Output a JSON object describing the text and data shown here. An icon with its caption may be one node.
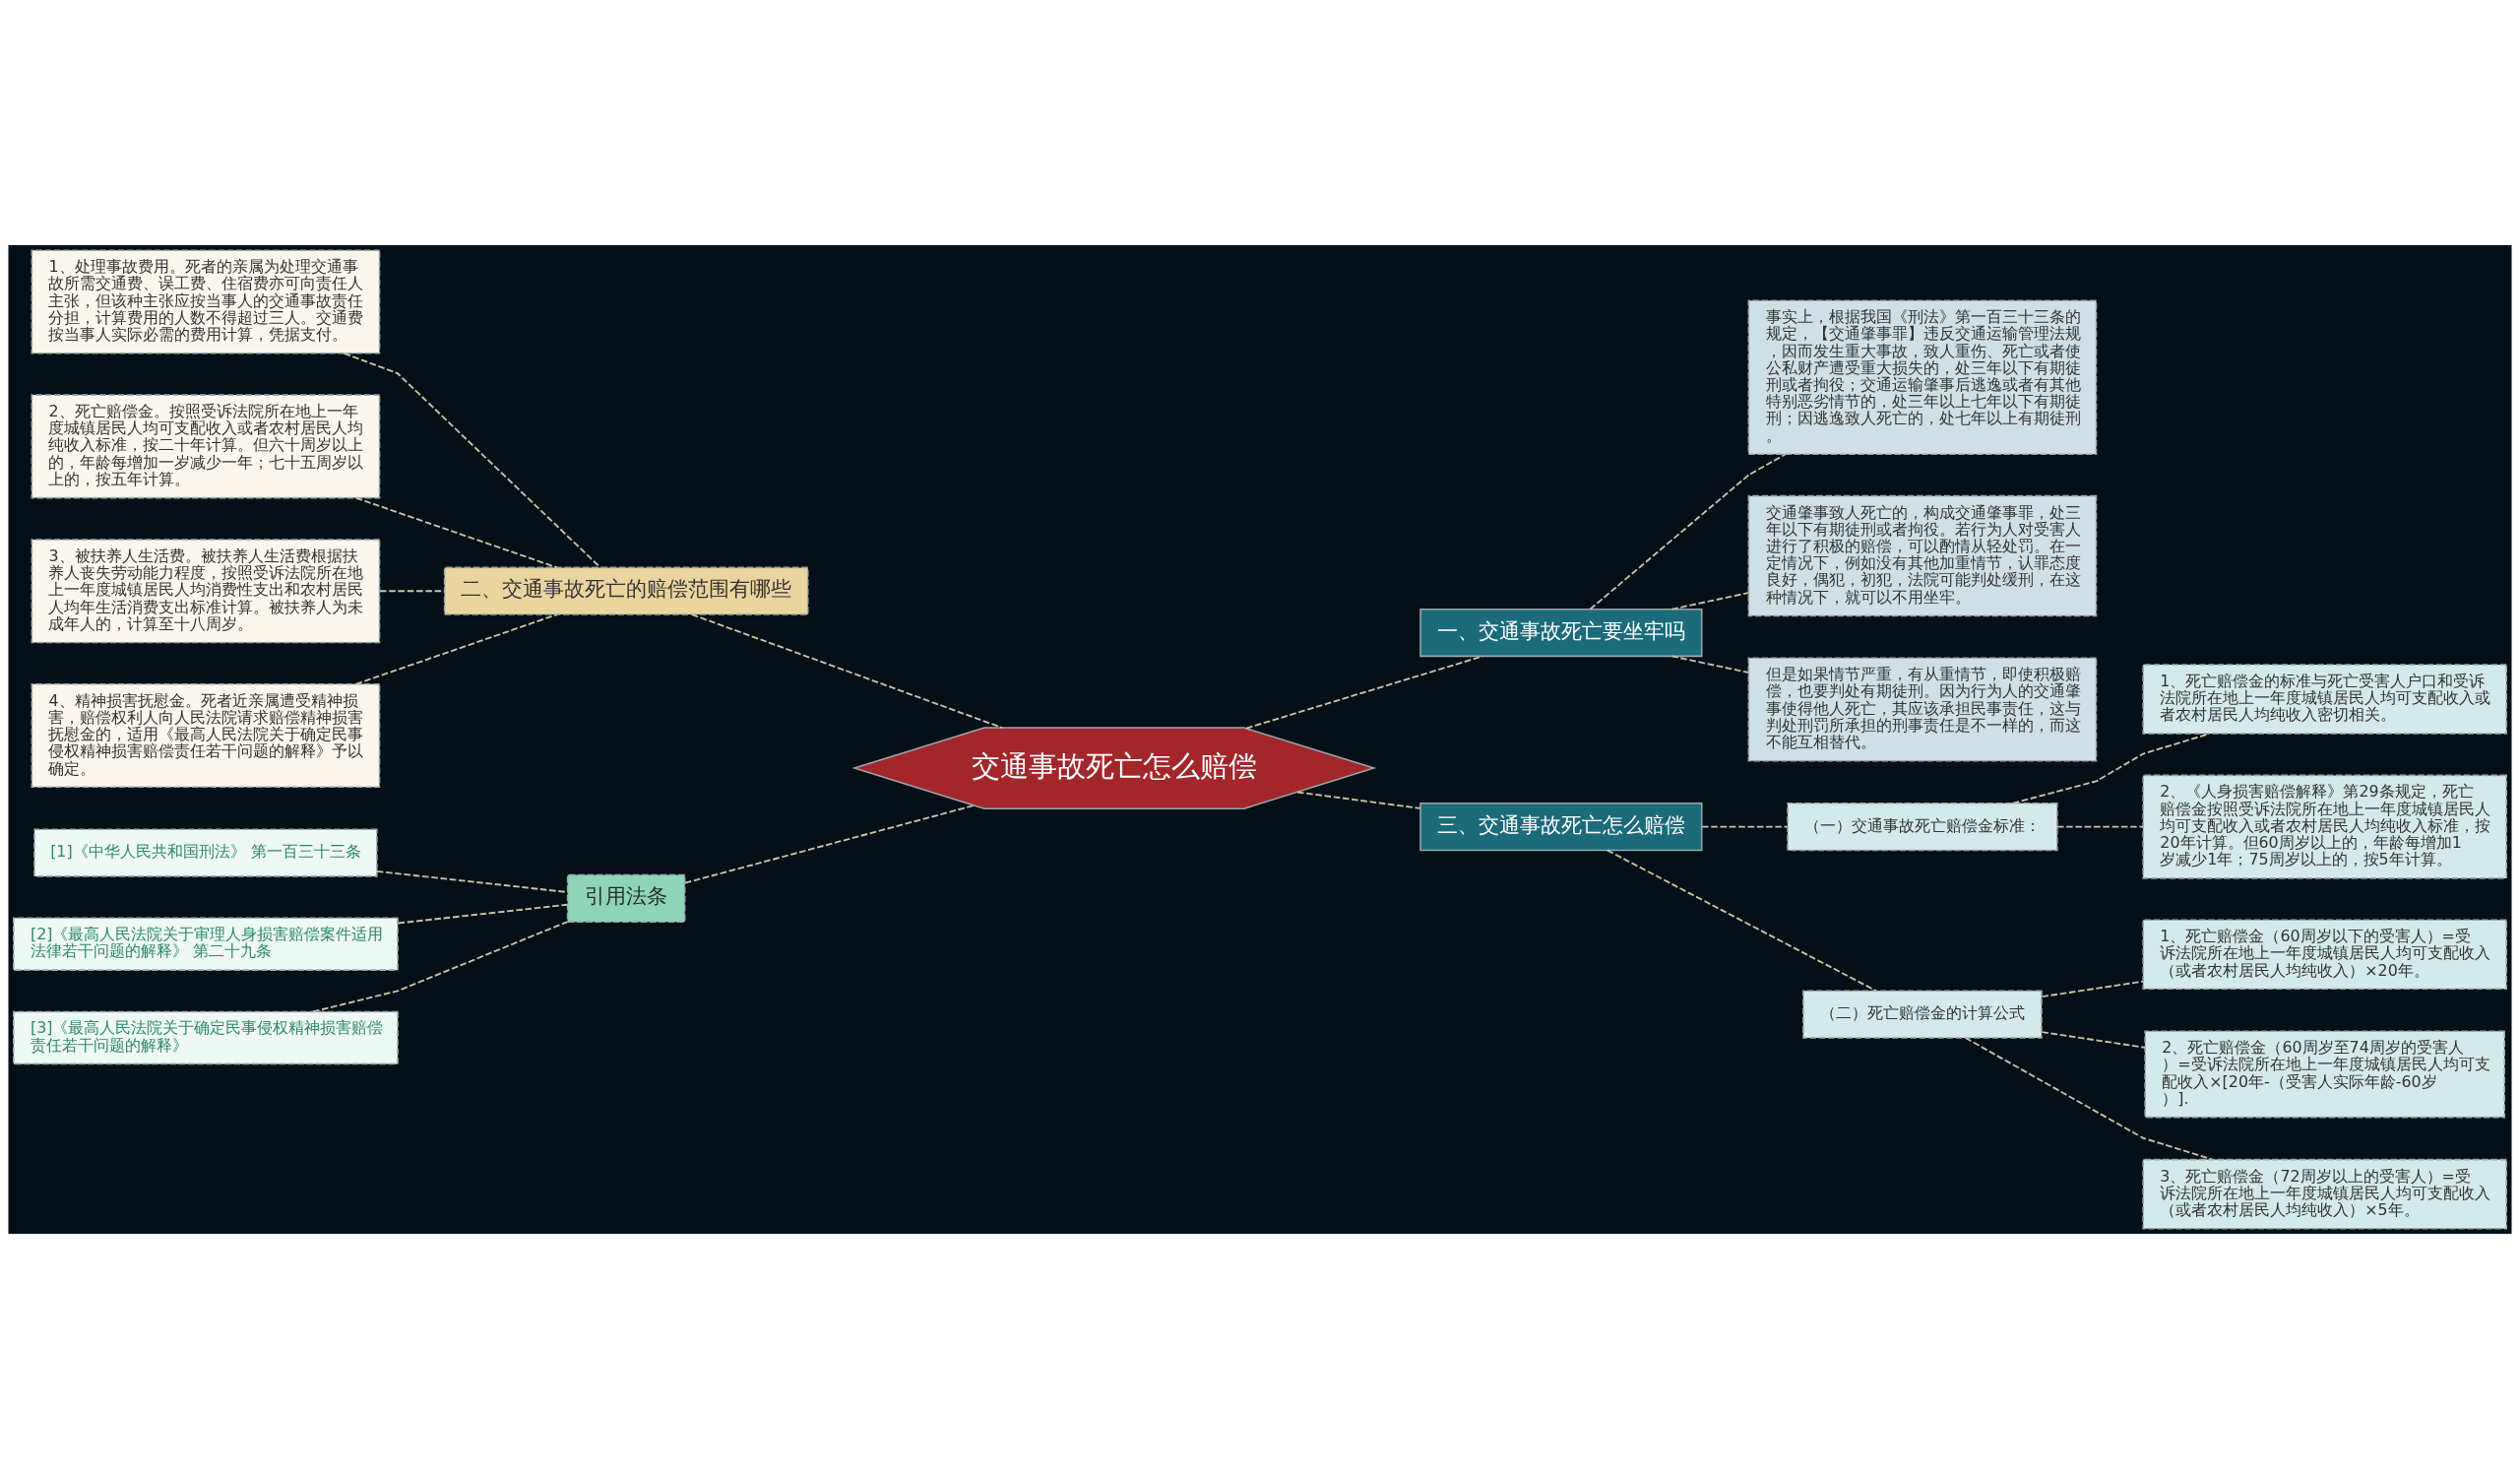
{
  "diagram": {
    "nodes": [
      {
        "text": [
          "交通事故死亡怎么赔偿"
        ]
      },
      {
        "text": [
          "二、交通事故死亡的赔偿范围有哪些"
        ]
      },
      {
        "text": [
          "1、处理事故费用。死者的亲属为处理交通事故所需交通费、误工费、住宿费亦可向责任人主张，但该种主张应按当事人的交通事故责任分担，计算费用的人数不得超过三人。交通费按当事人实际必需的费用计算，凭据支付。"
        ]
      },
      {
        "text": [
          "2、死亡赔偿金。按照受诉法院所在地上一年度城镇居民人均可支配收入或者农村居民人均纯收入标准，按二十年计算。但六十周岁以上的，年龄每增加一岁减少一年；七十五周岁以上的，按五年计算。"
        ]
      },
      {
        "text": [
          "3、被扶养人生活费。被扶养人生活费根据扶养人丧失劳动能力程度，按照受诉法院所在地上一年度城镇居民人均消费性支出和农村居民人均年生活消费支出标准计算。被扶养人为未成年人的，计算至十八周岁。"
        ]
      },
      {
        "text": [
          "4、精神损害抚慰金。死者近亲属遭受精神损害，赔偿权利人向人民法院请求赔偿精神损害抚慰金的，适用《最高人民法院关于确定民事侵权精神损害赔偿责任若干问题的解释》予以确定。"
        ]
      },
      {
        "text": [
          "引用法条"
        ]
      },
      {
        "text": [
          "[1]《中华人民共和国刑法》 第一百三十三条"
        ]
      },
      {
        "text": [
          "[2]《最高人民法院关于审理人身损害赔偿案件适用法律若干问题的解释》 第二十九条"
        ]
      },
      {
        "text": [
          "[3]《最高人民法院关于确定民事侵权精神损害赔偿责任若干问题的解释》"
        ]
      },
      {
        "text": [
          "一、交通事故死亡要坐牢吗"
        ]
      },
      {
        "text": [
          "事实上，根据我国《刑法》第一百三十三条的规定，【交通肇事罪】违反交通运输管理法规，因而发生重大事故，致人重伤、死亡或者使公私财产遭受重大损失的，处三年以下有期徒刑或者拘役；交通运输肇事后逃逸或者有其他特别恶劣情节的，处三年以上七年以下有期徒刑；因逃逸致人死亡的，处七年以上有期徒刑。"
        ]
      },
      {
        "text": [
          "交通肇事致人死亡的，构成交通肇事罪，处三年以下有期徒刑或者拘役。若行为人对受害人进行了积极的赔偿，可以酌情从轻处罚。在一定情况下，例如没有其他加重情节，认罪态度良好，偶犯，初犯，法院可能判处缓刑，在这种情况下，就可以不用坐牢。"
        ]
      },
      {
        "text": [
          "但是如果情节严重，有从重情节，即使积极赔偿，也要判处有期徒刑。因为行为人的交通肇事使得他人死亡，其应该承担民事责任，这与判处刑罚所承担的刑事责任是不一样的，而这不能互相替代。"
        ]
      },
      {
        "text": [
          "三、交通事故死亡怎么赔偿"
        ]
      },
      {
        "text": [
          "（一）交通事故死亡赔偿金标准："
        ]
      },
      {
        "text": [
          "1、死亡赔偿金的标准与死亡受害人户口和受诉法院所在地上一年度城镇居民人均可支配收入或者农村居民人均纯收入密切相关。"
        ]
      },
      {
        "text": [
          "2、《人身损害赔偿解释》第29条规定，死亡赔偿金按照受诉法院所在地上一年度城镇居民人均可支配收入或者农村居民人均纯收入标准，按20年计算。但60周岁以上的，年龄每增加1岁减少1年；75周岁以上的，按5年计算。"
        ]
      },
      {
        "text": [
          "（二）死亡赔偿金的计算公式"
        ]
      },
      {
        "text": [
          "1、死亡赔偿金（60周岁以下的受害人）=受诉法院所在地上一年度城镇居民人均可支配收入（或者农村居民人均纯收入）×20年。"
        ]
      },
      {
        "text": [
          "2、死亡赔偿金（60周岁至74周岁的受害人）=受诉法院所在地上一年度城镇居民人均可支配收入×[20年-（受害人实际年龄-60岁）]."
        ]
      },
      {
        "text": [
          "3、死亡赔偿金（72周岁以上的受害人）=受诉法院所在地上一年度城镇居民人均可支配收入（或者农村居民人均纯收入）×5年。"
        ]
      }
    ],
    "edges": [
      {
        "from": 2,
        "to": 1,
        "arrow": "none",
        "style": "dashed"
      },
      {
        "from": 3,
        "to": 1,
        "arrow": "none",
        "style": "dashed"
      },
      {
        "from": 4,
        "to": 1,
        "arrow": "none",
        "style": "dashed"
      },
      {
        "from": 5,
        "to": 1,
        "arrow": "none",
        "style": "dashed"
      },
      {
        "from": 1,
        "to": 0,
        "arrow": "none",
        "style": "dashed"
      },
      {
        "from": 7,
        "to": 6,
        "arrow": "none",
        "style": "dashed"
      },
      {
        "from": 8,
        "to": 6,
        "arrow": "none",
        "style": "dashed"
      },
      {
        "from": 9,
        "to": 6,
        "arrow": "none",
        "style": "dashed"
      },
      {
        "from": 6,
        "to": 0,
        "arrow": "none",
        "style": "dashed"
      },
      {
        "from": 0,
        "to": 10,
        "arrow": "none",
        "style": "dashed"
      },
      {
        "from": 10,
        "to": 11,
        "arrow": "none",
        "style": "dashed"
      },
      {
        "from": 10,
        "to": 12,
        "arrow": "none",
        "style": "dashed"
      },
      {
        "from": 10,
        "to": 13,
        "arrow": "none",
        "style": "dashed"
      },
      {
        "from": 0,
        "to": 14,
        "arrow": "none",
        "style": "dashed"
      },
      {
        "from": 14,
        "to": 15,
        "arrow": "none",
        "style": "dashed"
      },
      {
        "from": 14,
        "to": 18,
        "arrow": "none",
        "style": "dashed"
      },
      {
        "from": 15,
        "to": 16,
        "arrow": "none",
        "style": "dashed"
      },
      {
        "from": 15,
        "to": 17,
        "arrow": "none",
        "style": "dashed"
      },
      {
        "from": 18,
        "to": 19,
        "arrow": "none",
        "style": "dashed"
      },
      {
        "from": 18,
        "to": 20,
        "arrow": "none",
        "style": "dashed"
      },
      {
        "from": 18,
        "to": 21,
        "arrow": "none",
        "style": "dashed"
      }
    ]
  }
}
